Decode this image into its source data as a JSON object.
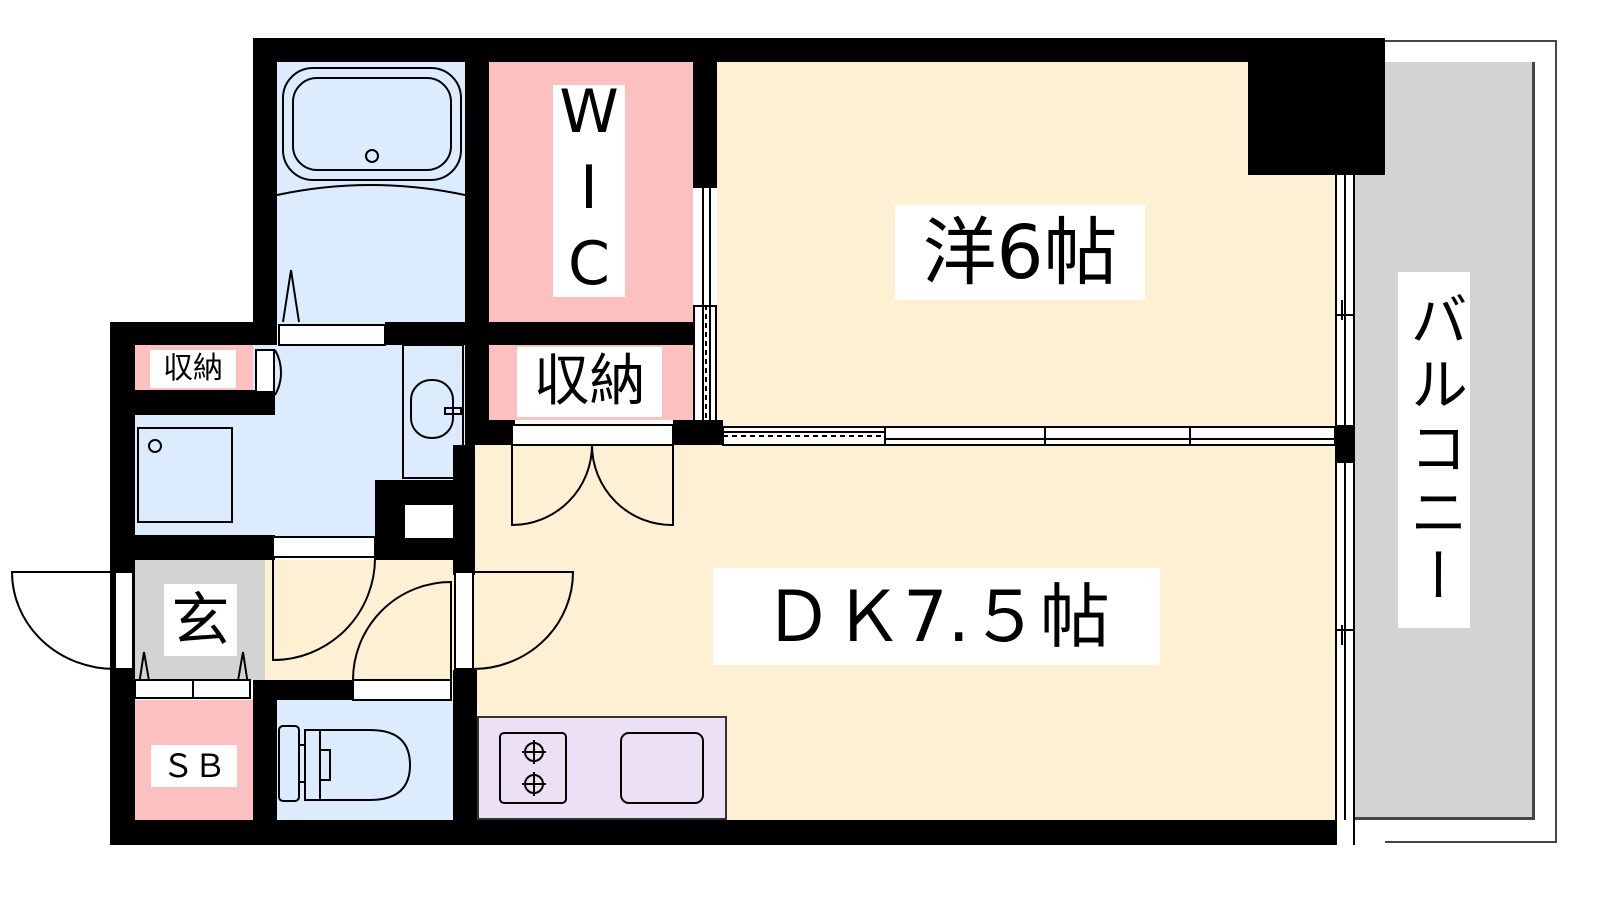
{
  "floorplan": {
    "rooms": {
      "western": {
        "label": "洋6帖"
      },
      "dk": {
        "label": "ＤＫ7.５帖"
      },
      "wic": {
        "label": "WIC"
      },
      "storage_main": {
        "label": "収納"
      },
      "storage_small": {
        "label": "収納"
      },
      "entrance": {
        "label": "玄"
      },
      "shoe_box": {
        "label": "ＳＢ"
      },
      "balcony": {
        "label": "バルコニー"
      }
    },
    "colors": {
      "wall": "#000000",
      "wet_area": "#dcebfd",
      "storage": "#fcc0c0",
      "living": "#fdf0d3",
      "entrance": "#d3d3d3",
      "balcony": "#d3d3d3",
      "kitchen": "#ece0f5"
    }
  }
}
